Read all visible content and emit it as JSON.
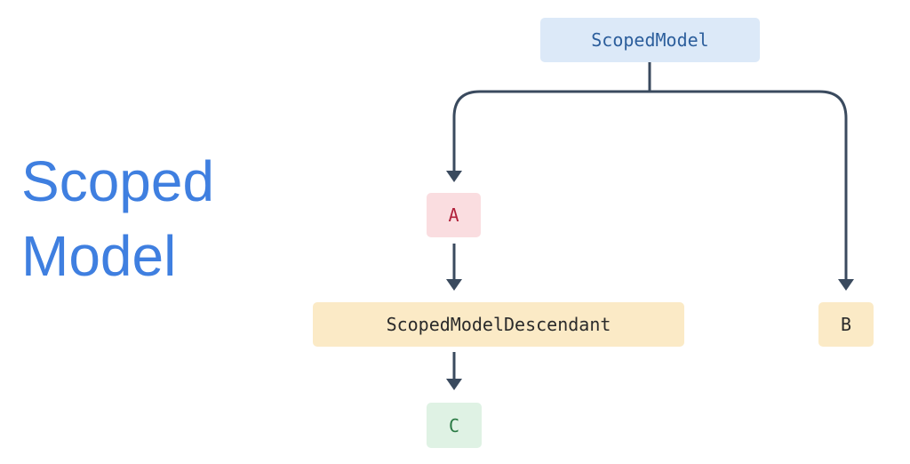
{
  "title": {
    "line1": "Scoped",
    "line2": "Model"
  },
  "nodes": {
    "scoped_model": "ScopedModel",
    "a": "A",
    "descendant": "ScopedModelDescendant",
    "b": "B",
    "c": "C"
  },
  "colors": {
    "title": "#3f7fe0",
    "connector": "#3a4a5e",
    "scoped_model_bg": "#dce9f8",
    "a_bg": "#fadde0",
    "descendant_bg": "#fbeac6",
    "b_bg": "#fbeac6",
    "c_bg": "#dff2e4"
  }
}
